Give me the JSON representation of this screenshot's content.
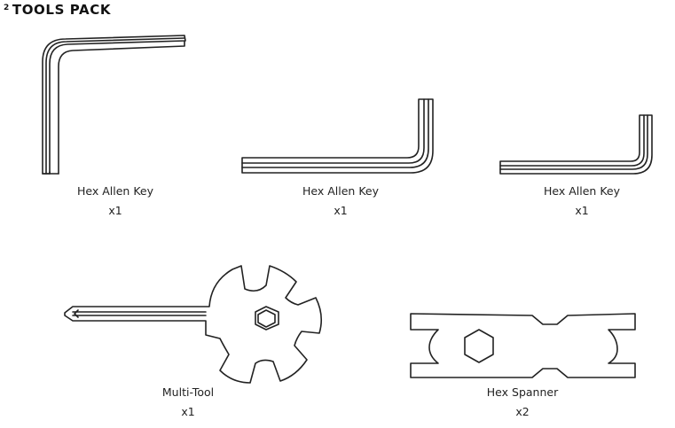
{
  "section": {
    "number": "2",
    "title": "TOOLS PACK"
  },
  "tools": [
    {
      "name": "Hex Allen Key",
      "quantity": "x1",
      "icon": "hex-allen-key-large-icon"
    },
    {
      "name": "Hex Allen Key",
      "quantity": "x1",
      "icon": "hex-allen-key-medium-icon"
    },
    {
      "name": "Hex Allen Key",
      "quantity": "x1",
      "icon": "hex-allen-key-small-icon"
    },
    {
      "name": "Multi-Tool",
      "quantity": "x1",
      "icon": "multi-tool-icon"
    },
    {
      "name": "Hex Spanner",
      "quantity": "x2",
      "icon": "hex-spanner-icon"
    }
  ],
  "colors": {
    "line": "#222222",
    "background": "#ffffff"
  }
}
